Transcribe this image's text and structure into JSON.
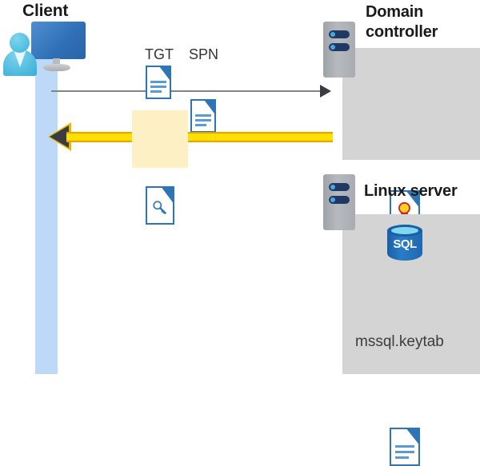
{
  "diagram": {
    "type": "kerberos-authentication-flow",
    "actors": {
      "client": {
        "title": "Client",
        "icon": "user-with-monitor-icon"
      },
      "domain_controller": {
        "title": "Domain controller",
        "icon": "server-rack-icon",
        "contents": [
          {
            "icon": "certificate-document-icon",
            "label": ""
          }
        ]
      },
      "linux_server": {
        "title": "Linux server",
        "icon": "server-rack-icon",
        "contents": [
          {
            "icon": "sql-database-icon",
            "label": "SQL"
          },
          {
            "icon": "keytab-document-icon",
            "label": "mssql.keytab"
          }
        ]
      }
    },
    "messages": [
      {
        "id": "request",
        "direction": "client-to-domain-controller",
        "style": "thin-gray-arrow",
        "payload": [
          {
            "label": "TGT",
            "icon": "document-icon"
          },
          {
            "label": "SPN",
            "icon": "document-icon"
          }
        ]
      },
      {
        "id": "response",
        "direction": "domain-controller-to-client",
        "style": "thick-yellow-arrow",
        "highlighted": true,
        "payload": [
          {
            "label": "",
            "icon": "service-ticket-key-document-icon"
          }
        ]
      }
    ],
    "colors": {
      "panel_gray": "#d4d4d4",
      "lifeline_blue": "#bdd9f7",
      "arrow_yellow": "#ffe000",
      "arrow_yellow_edge": "#e0a800",
      "arrow_head_dark": "#3b3b42",
      "highlight_yellow": "#fdf0c4",
      "doc_blue": "#2e75b6",
      "doc_line_blue": "#5b9bd5",
      "sql_blue": "#1e68b0",
      "server_navy": "#1f3864",
      "title_text": "#1a1a1a"
    }
  }
}
